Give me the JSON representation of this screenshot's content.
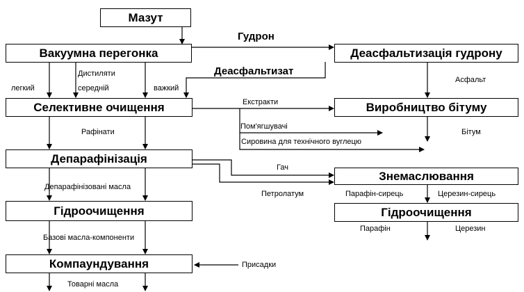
{
  "boxes": {
    "mazut": "Мазут",
    "vacuum": "Вакуумна перегонка",
    "deasph": "Деасфальтизація гудрону",
    "selective": "Селективне очищення",
    "bitumen": "Виробництво бітуму",
    "dewax": "Депарафінізація",
    "deoil": "Знемаслювання",
    "hydro1": "Гідроочищення",
    "hydro2": "Гідроочищення",
    "compound": "Компаундування"
  },
  "labels": {
    "gudron": "Гудрон",
    "distillates": "Дистиляти",
    "light": "легкий",
    "middle": "середній",
    "heavy": "важкий",
    "deasphaltizate": "Деасфальтизат",
    "asphalt": "Асфальт",
    "extracts": "Екстракти",
    "softeners": "Пом'ягшувачі",
    "carbon_feed": "Сировина для технічного вуглецю",
    "bitum": "Бітум",
    "raffinates": "Рафінати",
    "gach": "Гач",
    "petrolatum": "Петролатум",
    "paraffin_raw": "Парафін-сирець",
    "ceresin_raw": "Церезин-сирець",
    "paraffin": "Парафін",
    "ceresin": "Церезин",
    "dewaxed_oils": "Депарафінізовані масла",
    "base_oils": "Базові масла-компоненти",
    "additives": "Присадки",
    "commercial_oils": "Товарні масла"
  }
}
